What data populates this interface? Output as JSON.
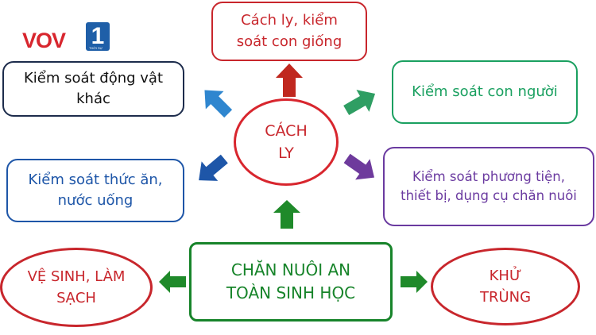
{
  "logo": {
    "text": "VOV",
    "badge": "1",
    "sub": "THỜI SỰ"
  },
  "center": {
    "line1": "CÁCH",
    "line2": "LY"
  },
  "nodes": {
    "quarantine_stock": {
      "line1": "Cách ly, kiểm",
      "line2": "soát con giống"
    },
    "other_animals": {
      "line1": "Kiểm soát động vật",
      "line2": "khác"
    },
    "people": {
      "line1": "Kiểm soát con người"
    },
    "feed_water": {
      "line1": "Kiểm soát thức ăn,",
      "line2": "nước uống"
    },
    "vehicles": {
      "line1": "Kiểm soát phương tiện,",
      "line2": "thiết bị, dụng cụ chăn nuôi"
    },
    "biosecurity": {
      "line1": "CHĂN NUÔI AN",
      "line2": "TOÀN SINH HỌC"
    },
    "cleaning": {
      "line1": "VỆ SINH, LÀM",
      "line2": "SẠCH"
    },
    "disinfection": {
      "line1": "KHỬ",
      "line2": "TRÙNG"
    }
  },
  "colors": {
    "red": "#c8262c",
    "navy": "#1d2c4c",
    "green": "#1aa060",
    "blue": "#1e56a8",
    "purple": "#6a3aa0",
    "dark_green": "#17842a",
    "arrow_red": "#c0281f",
    "arrow_blue": "#2f86cf",
    "arrow_green": "#2f9e63",
    "arrow_purple": "#6e3a9c",
    "arrow_dark_green": "#1f8a2a"
  }
}
